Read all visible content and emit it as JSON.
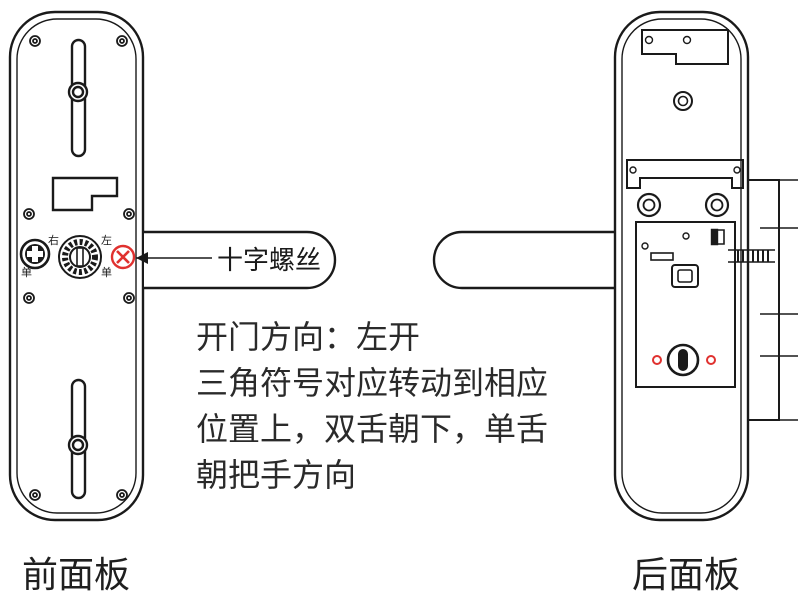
{
  "labels": {
    "cross_screw": "十字螺丝",
    "mark_right": "右",
    "mark_single_left": "单",
    "mark_left": "左",
    "mark_single_right": "单",
    "front_panel": "前面板",
    "back_panel": "后面板"
  },
  "instructions": {
    "line1": "开门方向：左开",
    "line2": "三角符号对应转动到相应",
    "line3": "位置上，双舌朝下，单舌",
    "line4": "朝把手方向"
  },
  "colors": {
    "stroke": "#1a1a1a",
    "warning_red": "#e0312f",
    "background": "#ffffff"
  },
  "icons": {
    "warning": "x-mark-circle-icon",
    "pointer": "arrow-left-icon"
  }
}
